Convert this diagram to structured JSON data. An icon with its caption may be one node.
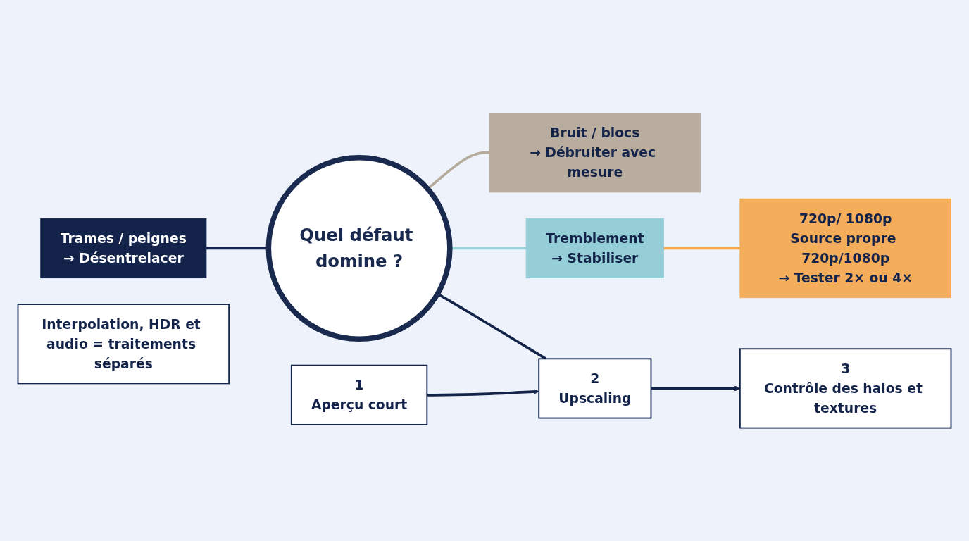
{
  "diagram": {
    "nodes": [
      {
        "text": [
          "Quel défaut domine ?"
        ]
      },
      {
        "text": [
          "Trames / peignes",
          "→ Désentrelacer"
        ]
      },
      {
        "text": [
          "Bruit / blocs",
          "→ Débruiter avec mesure"
        ]
      },
      {
        "text": [
          "Tremblement",
          "→ Stabiliser"
        ]
      },
      {
        "text": [
          "720p/ 1080p",
          "Source propre 720p/1080p",
          "→ Tester 2× ou 4×"
        ]
      },
      {
        "text": [
          "1",
          "Aperçu court"
        ]
      },
      {
        "text": [
          "2",
          "Upscaling"
        ]
      },
      {
        "text": [
          "3",
          "Contrôle des halos et textures"
        ]
      },
      {
        "text": [
          "Interpolation, HDR et audio = traitements séparés"
        ]
      }
    ],
    "edges": [
      {
        "from": 1,
        "to": 0,
        "arrow": "none"
      },
      {
        "from": 0,
        "to": 2,
        "arrow": "none",
        "color": "#b5ab9c"
      },
      {
        "from": 0,
        "to": 3,
        "arrow": "none",
        "color": "#9fd3da"
      },
      {
        "from": 3,
        "to": 4,
        "arrow": "none",
        "color": "#f5a84f"
      },
      {
        "from": 0,
        "to": 6,
        "arrow": "none"
      },
      {
        "from": 5,
        "to": 6,
        "arrow": "to"
      },
      {
        "from": 6,
        "to": 7,
        "arrow": "to"
      }
    ]
  }
}
